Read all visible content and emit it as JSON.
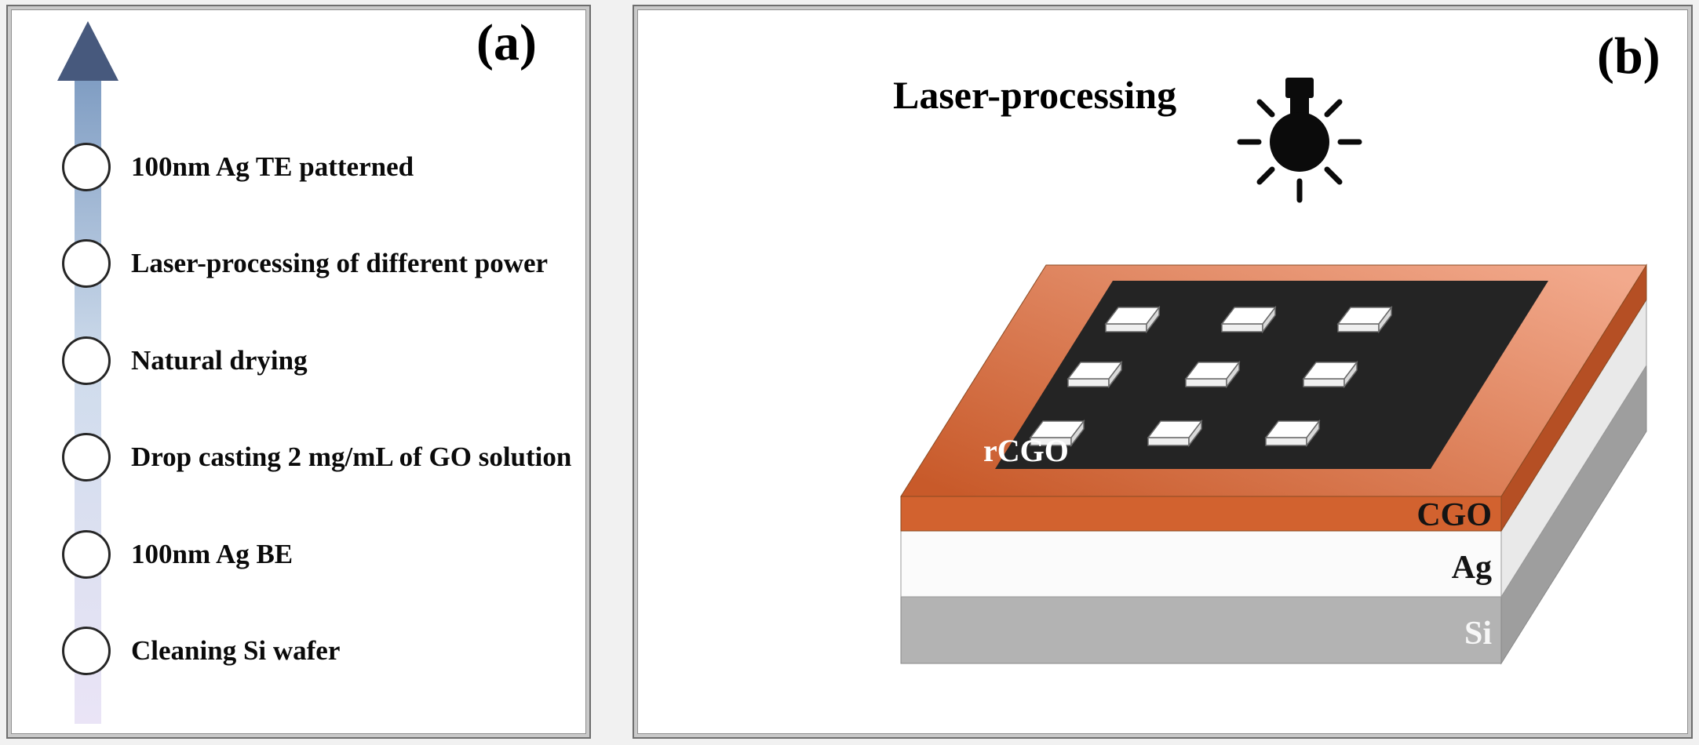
{
  "panel_a": {
    "label": "(a)",
    "steps": [
      "100nm Ag TE patterned",
      "Laser-processing of different power",
      "Natural drying",
      "Drop casting 2 mg/mL of GO solution",
      "100nm Ag BE",
      "Cleaning Si wafer"
    ]
  },
  "panel_b": {
    "label": "(b)",
    "title": "Laser-processing",
    "layer_labels": {
      "rcgo": "rCGO",
      "cgo": "CGO",
      "ag": "Ag",
      "si": "Si"
    }
  },
  "icons": {
    "light_bulb": "light-bulb-icon",
    "process_arrow": "up-arrow-icon"
  },
  "colors": {
    "arrow_head": "#47597d",
    "arrow_top": "#7e9cc2",
    "arrow_mid": "#cfdcec",
    "arrow_bottom": "#eae4f6",
    "cgo_top_near": "#c85a2a",
    "cgo_top_far": "#f2a98c",
    "cgo_front": "#d2622f",
    "cgo_side": "#b54f24",
    "ag_front": "#fbfbfb",
    "ag_side": "#e9e9e9",
    "si_front": "#b3b3b3",
    "si_side": "#9e9e9e",
    "rcgo_film": "#242424"
  }
}
